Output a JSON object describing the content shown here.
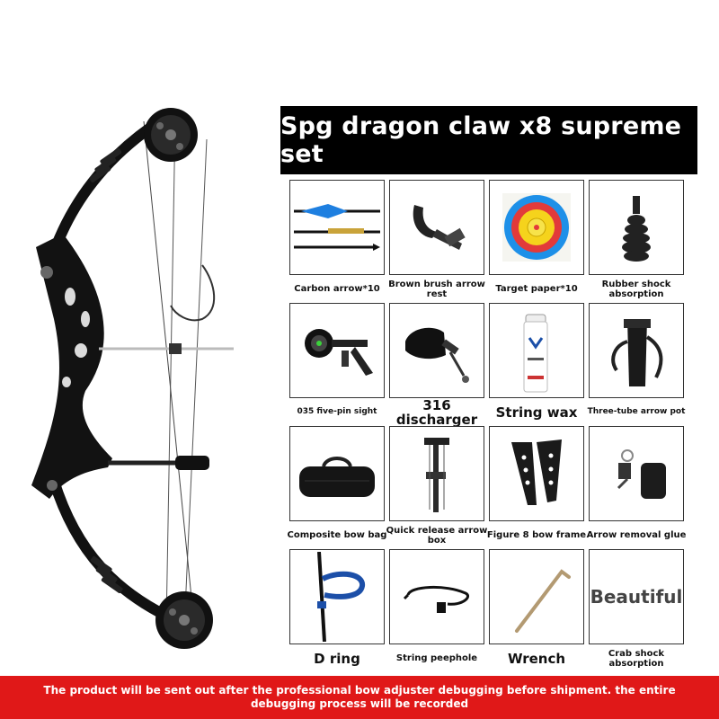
{
  "title": "Spg dragon claw x8 supreme set",
  "items": [
    {
      "label": "Carbon arrow*10"
    },
    {
      "label": "Brown brush arrow rest"
    },
    {
      "label": "Target paper*10"
    },
    {
      "label": "Rubber shock absorption"
    },
    {
      "label": "035 five-pin sight"
    },
    {
      "label": "316 discharger"
    },
    {
      "label": "String wax"
    },
    {
      "label": "Three-tube arrow pot"
    },
    {
      "label": "Composite bow bag"
    },
    {
      "label": "Quick release arrow box"
    },
    {
      "label": "Figure 8 bow frame"
    },
    {
      "label": "Arrow removal glue"
    },
    {
      "label": "D ring"
    },
    {
      "label": "String peephole"
    },
    {
      "label": "Wrench"
    },
    {
      "label": "Crab shock absorption",
      "tile_text": "Beautiful"
    }
  ],
  "footer_text": "The product will be sent out after the professional bow adjuster debugging before shipment. the entire debugging process will be recorded",
  "colors": {
    "footer": "#e01818",
    "title_bg": "#000000",
    "bow": "#111111"
  }
}
